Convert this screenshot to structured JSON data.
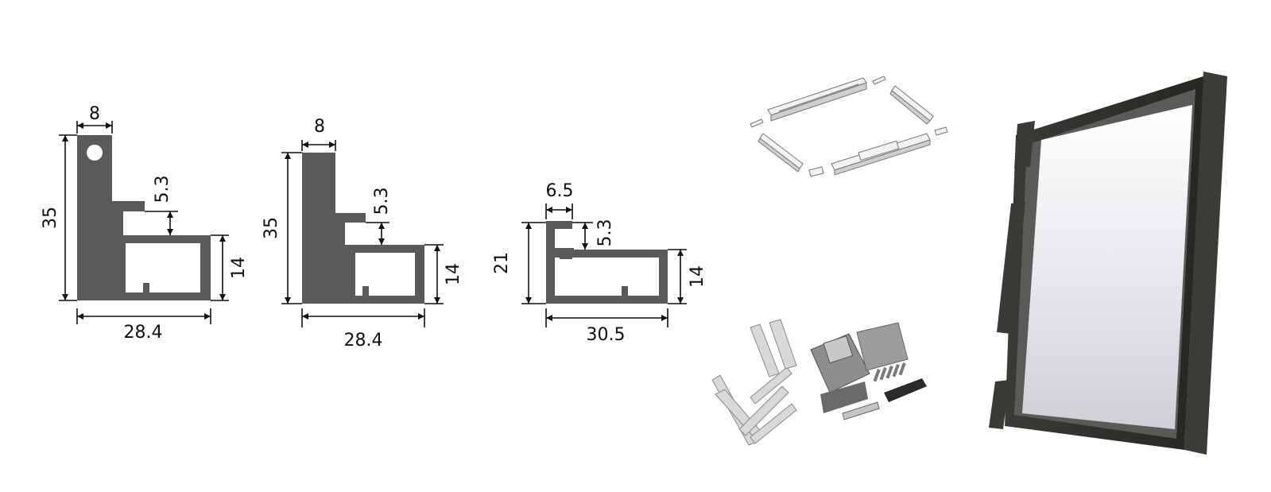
{
  "profiles": [
    {
      "top_width": "8",
      "step_height": "5.3",
      "overall_height": "35",
      "tube_height": "14",
      "overall_width": "28.4"
    },
    {
      "top_width": "8",
      "step_height": "5.3",
      "overall_height": "35",
      "tube_height": "14",
      "overall_width": "28.4"
    },
    {
      "top_width": "6.5",
      "step_height": "5.3",
      "overall_height": "21",
      "tube_height": "14",
      "overall_width": "30.5"
    }
  ],
  "images": {
    "frame_kit": "exploded-frame-kit-illustration",
    "hardware": "corner-brackets-and-hinge-hardware-photo",
    "panel": "dark-frame-glass-door-panel-render"
  },
  "colors": {
    "profile": "#5a5a5a",
    "frame": "#2f2f2c",
    "glass": "#e6e6ea"
  }
}
